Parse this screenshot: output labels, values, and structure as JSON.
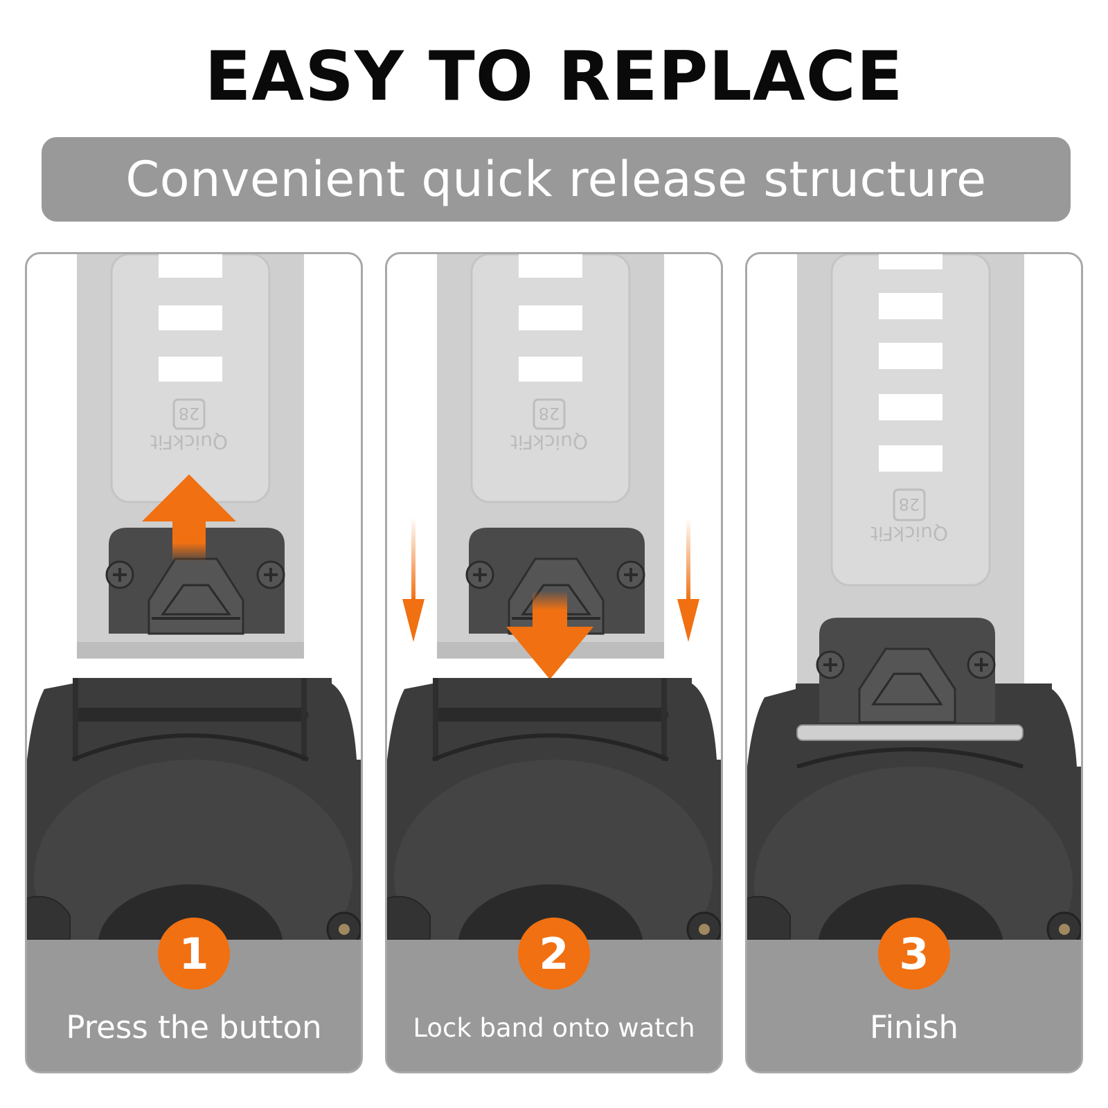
{
  "header": {
    "title": "EASY TO REPLACE",
    "subtitle": "Convenient quick release structure"
  },
  "band_marking": {
    "size": "28",
    "brand": "QuickFit"
  },
  "steps": [
    {
      "number": "1",
      "label": "Press the button"
    },
    {
      "number": "2",
      "label": "Lock band onto watch"
    },
    {
      "number": "3",
      "label": "Finish"
    }
  ],
  "colors": {
    "accent": "#f07012",
    "caption_bg": "#999999",
    "band": "#cdcdcd",
    "watch_body": "#3a3a3a"
  }
}
